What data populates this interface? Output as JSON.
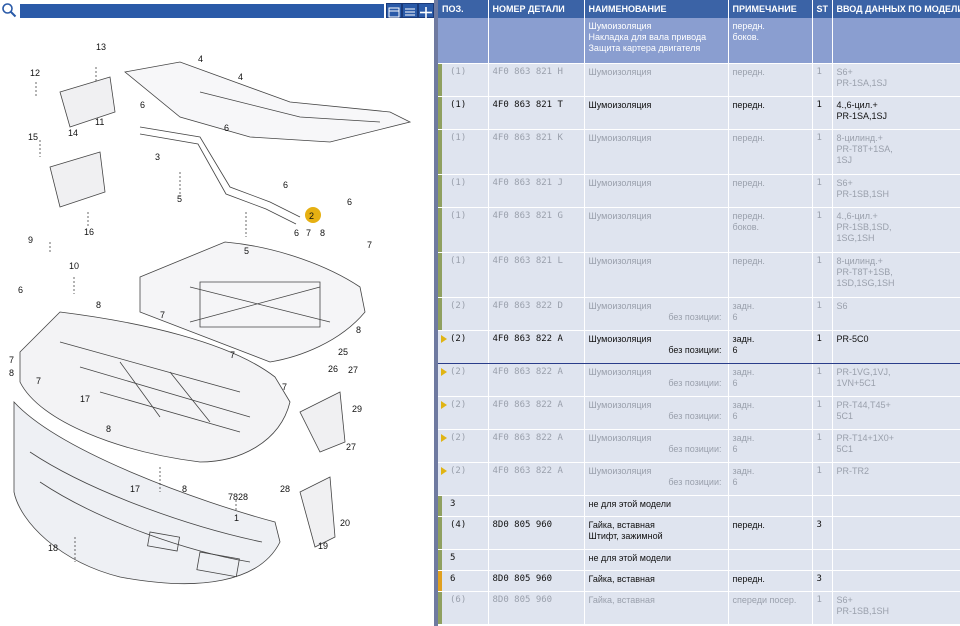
{
  "columns": [
    "ПОЗ.",
    "НОМЕР ДЕТАЛИ",
    "НАИМЕНОВАНИЕ",
    "ПРИМЕЧАНИЕ",
    "ST",
    "ВВОД ДАННЫХ ПО МОДЕЛИ"
  ],
  "header_row": {
    "desc": [
      "Шумоизоляция",
      "Накладка для вала привода",
      "Защита картера двигателя"
    ],
    "note": [
      "передн.",
      "боков."
    ]
  },
  "rows": [
    {
      "pos": "(1)",
      "part": "4F0 863 821 H",
      "desc": [
        "Шумоизоляция"
      ],
      "desc_r": [],
      "note": [
        "передн."
      ],
      "st": "1",
      "model": [
        "S6+",
        "PR-1SA,1SJ"
      ],
      "active": false,
      "marker": "#8fa060"
    },
    {
      "pos": "(1)",
      "part": "4F0 863 821 T",
      "desc": [
        "Шумоизоляция"
      ],
      "desc_r": [],
      "note": [
        "передн."
      ],
      "st": "1",
      "model": [
        "4.,6-цил.+",
        "PR-1SA,1SJ"
      ],
      "active": true,
      "marker": "#8fa060"
    },
    {
      "pos": "(1)",
      "part": "4F0 863 821 K",
      "desc": [
        "Шумоизоляция"
      ],
      "desc_r": [],
      "note": [
        "передн."
      ],
      "st": "1",
      "model": [
        "8-цилинд.+",
        "PR-T8T+1SA,",
        "1SJ"
      ],
      "active": false,
      "marker": "#8fa060"
    },
    {
      "pos": "(1)",
      "part": "4F0 863 821 J",
      "desc": [
        "Шумоизоляция"
      ],
      "desc_r": [],
      "note": [
        "передн."
      ],
      "st": "1",
      "model": [
        "S6+",
        "PR-1SB,1SH"
      ],
      "active": false,
      "marker": "#8fa060"
    },
    {
      "pos": "(1)",
      "part": "4F0 863 821 G",
      "desc": [
        "Шумоизоляция"
      ],
      "desc_r": [],
      "note": [
        "передн.",
        "боков."
      ],
      "st": "1",
      "model": [
        "4.,6-цил.+",
        "PR-1SB,1SD,",
        "1SG,1SH"
      ],
      "active": false,
      "marker": "#8fa060"
    },
    {
      "pos": "(1)",
      "part": "4F0 863 821 L",
      "desc": [
        "Шумоизоляция"
      ],
      "desc_r": [],
      "note": [
        "передн."
      ],
      "st": "1",
      "model": [
        "8-цилинд.+",
        "PR-T8T+1SB,",
        "1SD,1SG,1SH"
      ],
      "active": false,
      "marker": "#8fa060"
    },
    {
      "pos": "(2)",
      "part": "4F0 863 822 D",
      "desc": [
        "Шумоизоляция"
      ],
      "desc_r": [
        "без позиции:"
      ],
      "note": [
        "задн.",
        "6"
      ],
      "st": "1",
      "model": [
        "S6"
      ],
      "active": false,
      "marker": "#8fa060"
    },
    {
      "pos": "(2)",
      "part": "4F0 863 822 A",
      "desc": [
        "Шумоизоляция"
      ],
      "desc_r": [
        "без позиции:"
      ],
      "note": [
        "задн.",
        "6"
      ],
      "st": "1",
      "model": [
        "PR-5C0"
      ],
      "active": true,
      "selected": true,
      "tri": true
    },
    {
      "pos": "(2)",
      "part": "4F0 863 822 A",
      "desc": [
        "Шумоизоляция"
      ],
      "desc_r": [
        "без позиции:"
      ],
      "note": [
        "задн.",
        "6"
      ],
      "st": "1",
      "model": [
        "PR-1VG,1VJ,",
        "1VN+5C1"
      ],
      "active": false,
      "tri": true
    },
    {
      "pos": "(2)",
      "part": "4F0 863 822 A",
      "desc": [
        "Шумоизоляция"
      ],
      "desc_r": [
        "без позиции:"
      ],
      "note": [
        "задн.",
        "6"
      ],
      "st": "1",
      "model": [
        "PR-T44,T45+",
        "5C1"
      ],
      "active": false,
      "tri": true
    },
    {
      "pos": "(2)",
      "part": "4F0 863 822 A",
      "desc": [
        "Шумоизоляция"
      ],
      "desc_r": [
        "без позиции:"
      ],
      "note": [
        "задн.",
        "6"
      ],
      "st": "1",
      "model": [
        "PR-T14+1X0+",
        "5C1"
      ],
      "active": false,
      "tri": true
    },
    {
      "pos": "(2)",
      "part": "4F0 863 822 A",
      "desc": [
        "Шумоизоляция"
      ],
      "desc_r": [
        "без позиции:"
      ],
      "note": [
        "задн.",
        "6"
      ],
      "st": "1",
      "model": [
        "PR-TR2"
      ],
      "active": false,
      "tri": true
    },
    {
      "pos": "3",
      "part": "",
      "desc": [
        "не для этой модели"
      ],
      "desc_r": [],
      "note": [],
      "st": "",
      "model": [],
      "active": true,
      "marker": "#8fa060"
    },
    {
      "pos": "(4)",
      "part": "8D0 805 960",
      "desc": [
        "Гайка, вставная",
        "Штифт, зажимной"
      ],
      "desc_r": [],
      "note": [
        "передн."
      ],
      "st": "3",
      "model": [],
      "active": true,
      "marker": "#8fa060"
    },
    {
      "pos": "5",
      "part": "",
      "desc": [
        "не для этой модели"
      ],
      "desc_r": [],
      "note": [],
      "st": "",
      "model": [],
      "active": true,
      "marker": "#8fa060"
    },
    {
      "pos": "6",
      "part": "8D0 805 960",
      "desc": [
        "Гайка, вставная"
      ],
      "desc_r": [],
      "note": [
        "передн."
      ],
      "st": "3",
      "model": [],
      "active": true,
      "marker": "#e0a020"
    },
    {
      "pos": "(6)",
      "part": "8D0 805 960",
      "desc": [
        "Гайка, вставная"
      ],
      "desc_r": [],
      "note": [
        "спереди посер."
      ],
      "st": "1",
      "model": [
        "S6+",
        "PR-1SB,1SH"
      ],
      "active": false,
      "marker": "#8fa060"
    }
  ],
  "diagram_labels": [
    "1",
    "2",
    "3",
    "4",
    "4",
    "6",
    "6",
    "6",
    "6",
    "6",
    "6",
    "7",
    "7",
    "7",
    "7",
    "7",
    "7",
    "7",
    "8",
    "8",
    "8",
    "8",
    "8",
    "8",
    "9",
    "10",
    "11",
    "12",
    "13",
    "14",
    "15",
    "16",
    "17",
    "17",
    "18",
    "19",
    "20",
    "25",
    "26",
    "27",
    "27",
    "28",
    "28",
    "29"
  ],
  "highlight_label": "2",
  "colors": {
    "header": "#3b63a6",
    "row": "#dfe4ef",
    "accent": "#e0b414"
  }
}
